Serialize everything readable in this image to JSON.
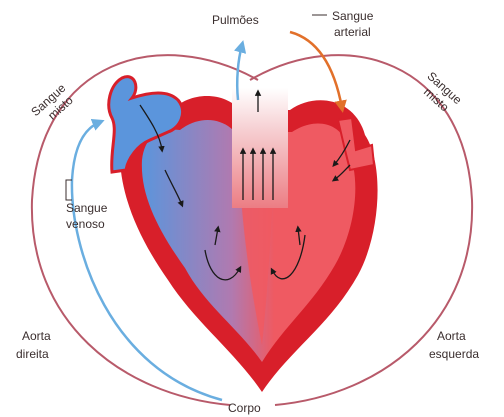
{
  "labels": {
    "pulmoes": "Pulmões",
    "sangue_arterial_1": "Sangue",
    "sangue_arterial_2": "arterial",
    "sangue_misto_left_1": "Sangue",
    "sangue_misto_left_2": "misto",
    "sangue_misto_right_1": "Sangue",
    "sangue_misto_right_2": "misto",
    "sangue_venoso_1": "Sangue",
    "sangue_venoso_2": "venoso",
    "aorta_direita_1": "Aorta",
    "aorta_direita_2": "direita",
    "aorta_esquerda_1": "Aorta",
    "aorta_esquerda_2": "esquerda",
    "corpo": "Corpo"
  },
  "colors": {
    "circulation_line": "#b85a6a",
    "venous_arrow": "#6aaee0",
    "arterial_arrow": "#e2702a",
    "heart_outer": "#d81f2a",
    "heart_inner": "#ef5a62",
    "venous_blood": "#5b95dc",
    "vessel_pink": "#f1b9bd",
    "flow_arrows": "#1a1a1a"
  }
}
